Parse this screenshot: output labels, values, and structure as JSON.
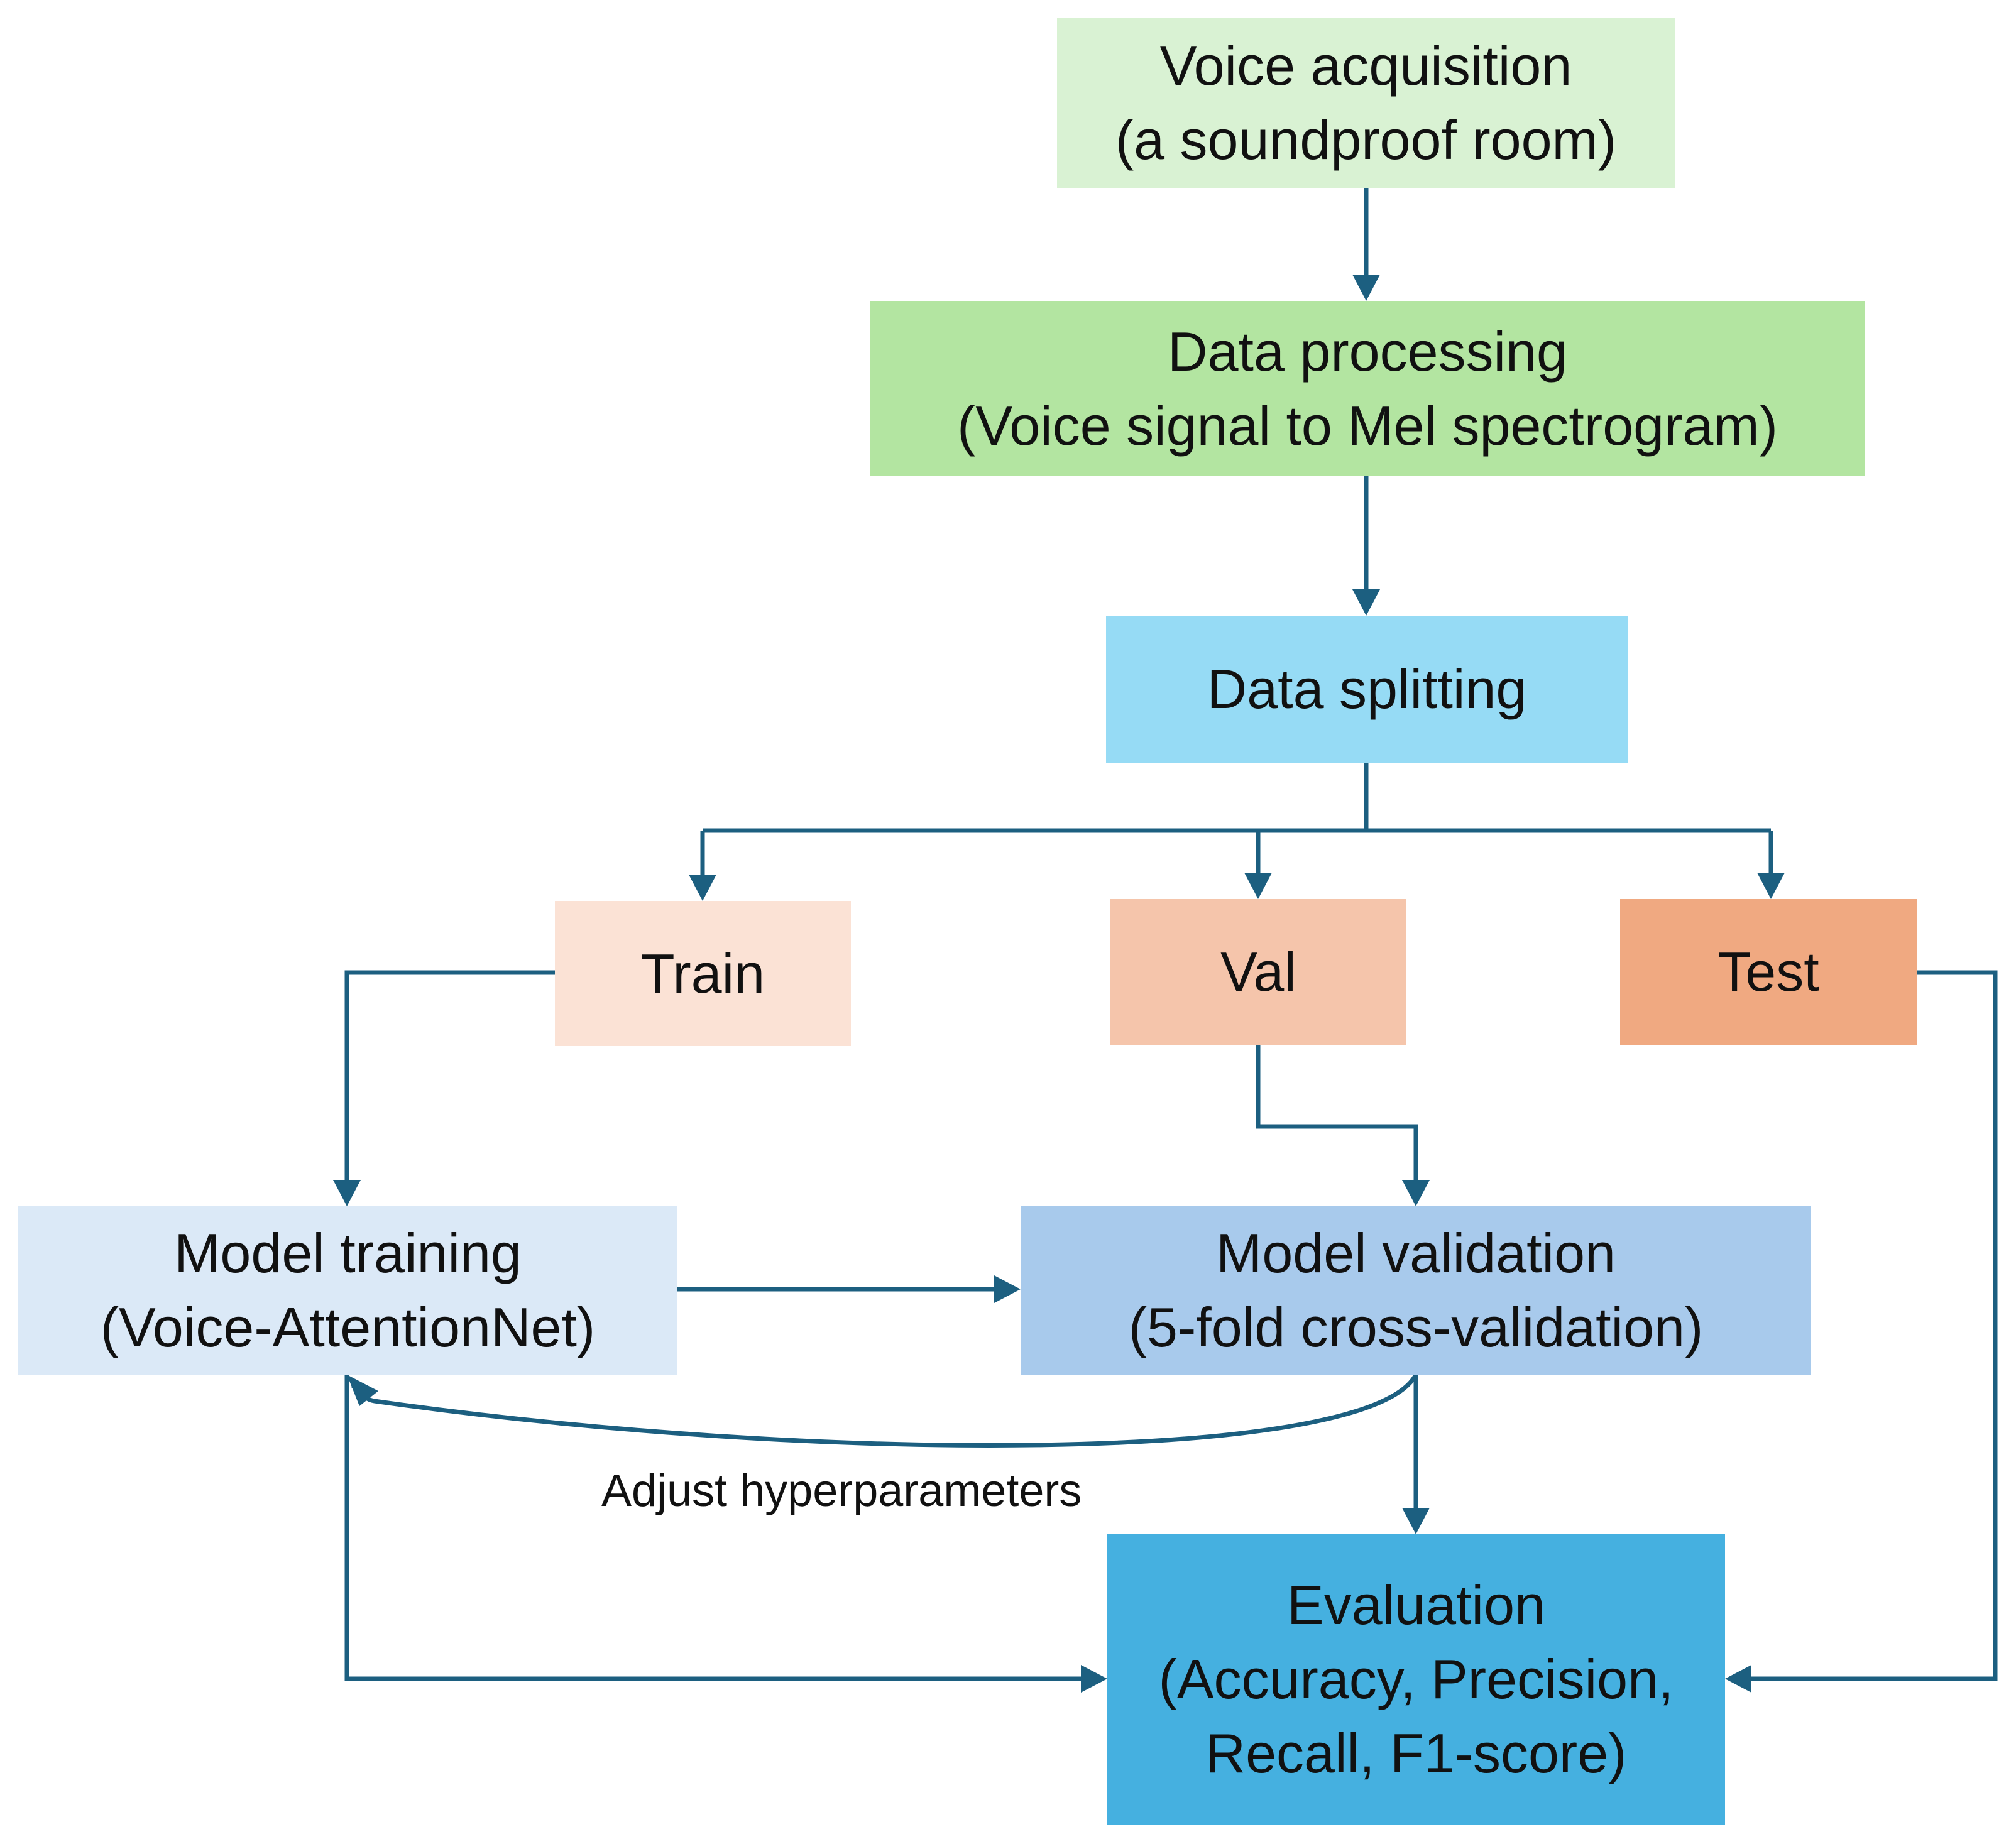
{
  "nodes": {
    "voice_acquisition": {
      "line1": "Voice acquisition",
      "line2": "(a soundproof room)",
      "color": "#d9f2d3"
    },
    "data_processing": {
      "line1": "Data processing",
      "line2": "(Voice signal to Mel spectrogram)",
      "color": "#b3e5a1"
    },
    "data_splitting": {
      "label": "Data splitting",
      "color": "#96dbf5"
    },
    "train": {
      "label": "Train",
      "color": "#fbe2d5"
    },
    "val": {
      "label": "Val",
      "color": "#f5c5ab"
    },
    "test": {
      "label": "Test",
      "color": "#f0a981"
    },
    "model_training": {
      "line1": "Model training",
      "line2": "(Voice-AttentionNet)",
      "color": "#dbe9f7"
    },
    "model_validation": {
      "line1": "Model validation",
      "line2": "(5-fold cross-validation)",
      "color": "#a8caec"
    },
    "evaluation": {
      "line1": "Evaluation",
      "line2": "(Accuracy, Precision,",
      "line3": "Recall, F1-score)",
      "color": "#45b0e0"
    }
  },
  "edges": {
    "feedback_label": "Adjust hyperparameters",
    "arrow_color": "#1c5f80"
  }
}
